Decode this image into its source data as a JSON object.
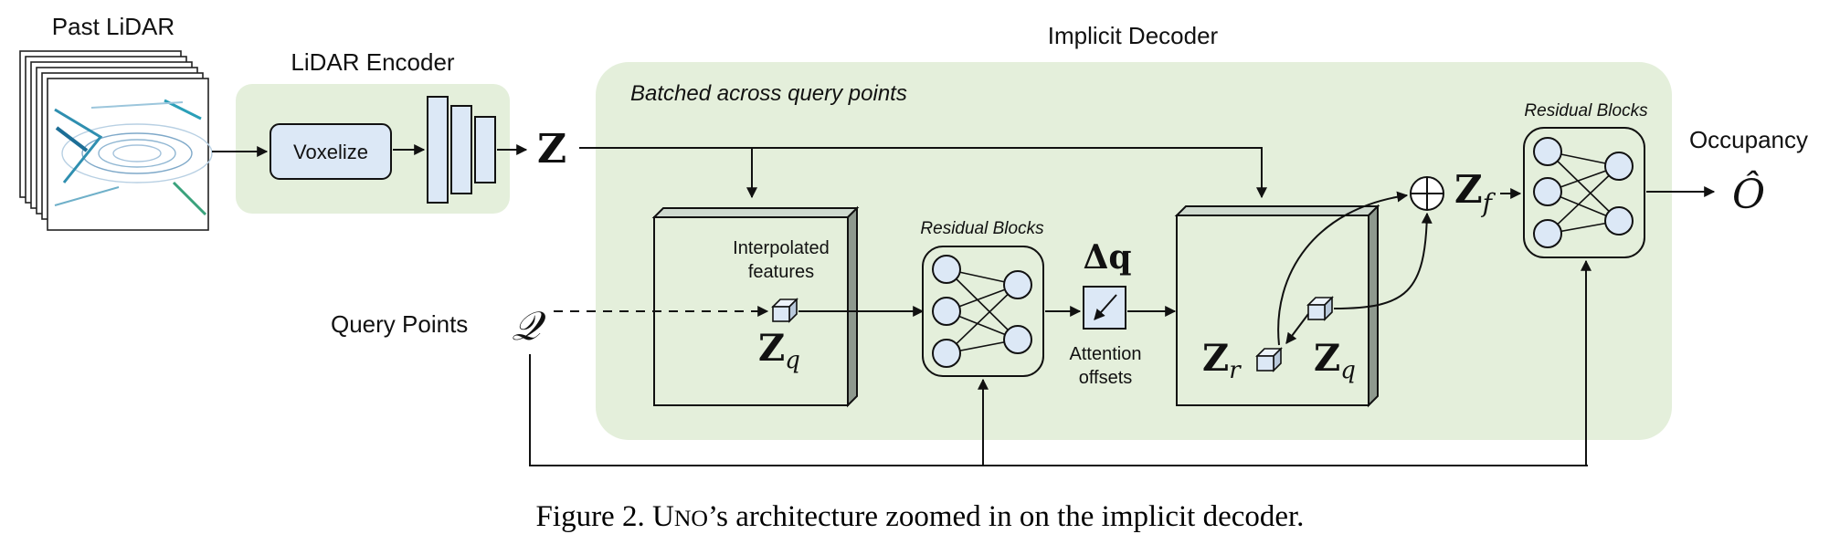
{
  "labels": {
    "past_lidar": "Past LiDAR",
    "lidar_encoder": "LiDAR Encoder",
    "voxelize": "Voxelize",
    "implicit_decoder": "Implicit Decoder",
    "batched": "Batched across query points",
    "residual_blocks_1": "Residual Blocks",
    "residual_blocks_2": "Residual Blocks",
    "interpolated_line1": "Interpolated",
    "interpolated_line2": "features",
    "attention_line1": "Attention",
    "attention_line2": "offsets",
    "query_points": "Query Points",
    "occupancy": "Occupancy"
  },
  "symbols": {
    "z": "Z",
    "z_q": "Z",
    "z_q_sub": "q",
    "delta_q": "Δq",
    "z_r": "Z",
    "z_r_sub": "r",
    "z_q2": "Z",
    "z_q2_sub": "q",
    "z_f": "Z",
    "z_f_sub": "f",
    "query_set": "𝒬",
    "occupancy_hat": "Ô"
  },
  "caption": {
    "prefix": "Figure 2. ",
    "model_u": "U",
    "model_rest": "NO",
    "suffix": "’s architecture zoomed in on the implicit decoder."
  },
  "colors": {
    "panel_green": "#e4efdb",
    "block_blue": "#dce8f6",
    "cube_side": "#b9c9db",
    "stroke": "#111111"
  }
}
